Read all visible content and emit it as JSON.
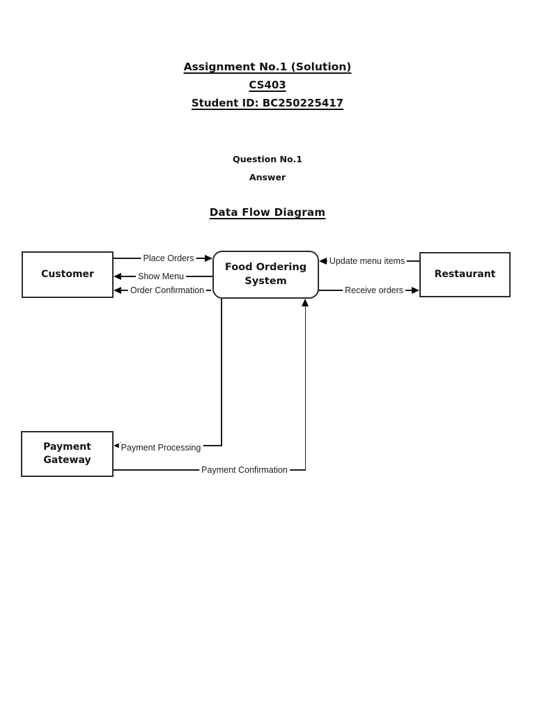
{
  "doc": {
    "title": "Assignment No.1 (Solution)",
    "course": "CS403",
    "student_id": "Student ID: BC250225417",
    "question": "Question No.1",
    "answer": "Answer",
    "diagram_title": "Data Flow Diagram"
  },
  "diagram": {
    "nodes": [
      {
        "id": "customer",
        "label": "Customer",
        "shape": "rectangle"
      },
      {
        "id": "food-ordering-system",
        "label": "Food Ordering System",
        "shape": "rounded-rectangle"
      },
      {
        "id": "restaurant",
        "label": "Restaurant",
        "shape": "rectangle"
      },
      {
        "id": "payment-gateway",
        "label": "Payment Gateway",
        "shape": "rectangle"
      }
    ],
    "flows": [
      {
        "label": "Place Orders",
        "from": "Customer",
        "to": "Food Ordering System"
      },
      {
        "label": "Show Menu",
        "from": "Food Ordering System",
        "to": "Customer"
      },
      {
        "label": "Order Confirmation",
        "from": "Food Ordering System",
        "to": "Customer"
      },
      {
        "label": "Update menu items",
        "from": "Restaurant",
        "to": "Food Ordering System"
      },
      {
        "label": "Receive orders",
        "from": "Food Ordering System",
        "to": "Restaurant"
      },
      {
        "label": "Payment Processing",
        "from": "Food Ordering System",
        "to": "Payment Gateway"
      },
      {
        "label": "Payment Confirmation",
        "from": "Payment Gateway",
        "to": "Food Ordering System"
      }
    ],
    "colors": {
      "background": "#ffffff",
      "line": "#1a1a1a",
      "box_border": "#2b2b2b",
      "text": "#111111"
    }
  }
}
